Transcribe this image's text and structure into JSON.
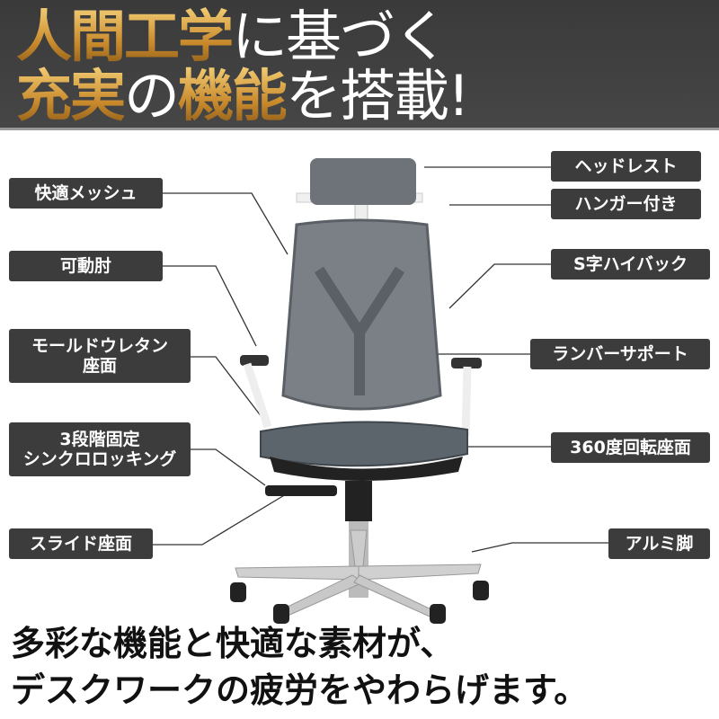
{
  "headline": {
    "line1_gold": "人間工学",
    "line1_white": "に基づく",
    "line2_gold_a": "充実",
    "line2_white_a": "の",
    "line2_gold_b": "機能",
    "line2_white_b": "を搭載!"
  },
  "features": {
    "mesh": "快適メッシュ",
    "armrest": "可動肘",
    "molded_seat": [
      "モールドウレタン",
      "座面"
    ],
    "locking": [
      "3段階固定",
      "シンクロロッキング"
    ],
    "slide_seat": "スライド座面",
    "headrest": "ヘッドレスト",
    "hanger": "ハンガー付き",
    "s_back": "S字ハイバック",
    "lumbar": "ランバーサポート",
    "swivel": "360度回転座面",
    "aluminum_base": "アルミ脚"
  },
  "footer": {
    "line1": "多彩な機能と快適な素材が、",
    "line2": "デスクワークの疲労をやわらげます。"
  }
}
